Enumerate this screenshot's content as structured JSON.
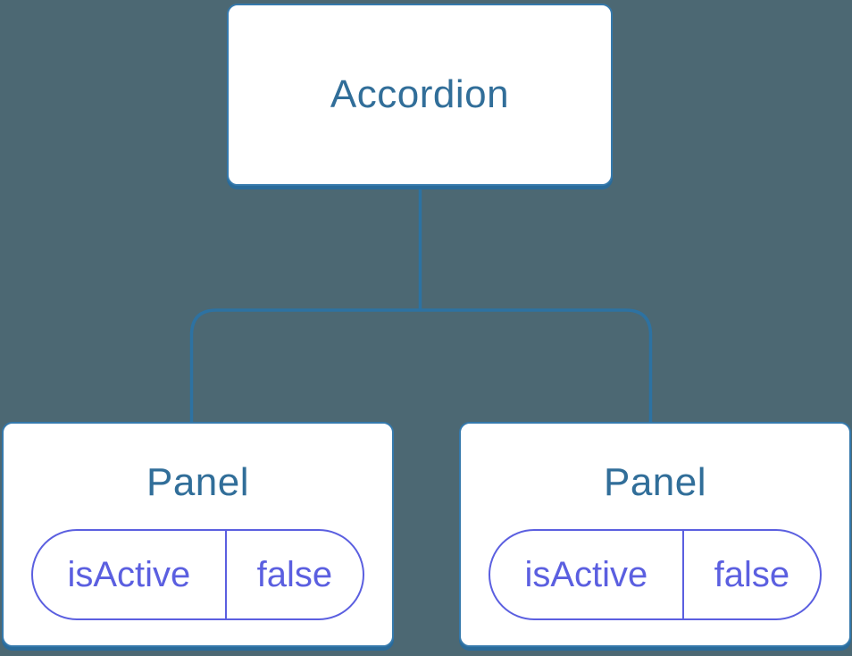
{
  "colors": {
    "background": "#4C6873",
    "connector": "#2D72A2",
    "node_border": "#3579AC",
    "node_shadow": "#2A6B9A",
    "node_title": "#316E99",
    "state_accent": "#5B5FE0",
    "node_fill": "#FFFFFF"
  },
  "tree": {
    "root": {
      "label": "Accordion"
    },
    "children": [
      {
        "label": "Panel",
        "state": {
          "key": "isActive",
          "value": "false"
        }
      },
      {
        "label": "Panel",
        "state": {
          "key": "isActive",
          "value": "false"
        }
      }
    ]
  }
}
